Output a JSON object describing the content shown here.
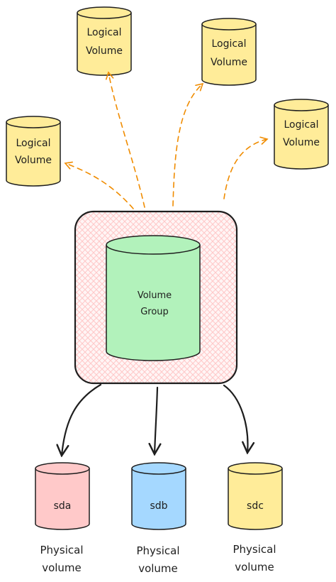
{
  "logical_volumes": [
    {
      "line1": "Logical",
      "line2": "Volume"
    },
    {
      "line1": "Logical",
      "line2": "Volume"
    },
    {
      "line1": "Logical",
      "line2": "Volume"
    },
    {
      "line1": "Logical",
      "line2": "Volume"
    }
  ],
  "volume_group": {
    "line1": "Volume",
    "line2": "Group"
  },
  "physical_volumes": [
    {
      "device": "sda",
      "caption_line1": "Physical",
      "caption_line2": "volume",
      "color": "#ffc9c9"
    },
    {
      "device": "sdb",
      "caption_line1": "Physical",
      "caption_line2": "volume",
      "color": "#a5d8ff"
    },
    {
      "device": "sdc",
      "caption_line1": "Physical",
      "caption_line2": "volume",
      "color": "#ffec99"
    }
  ],
  "colors": {
    "logical_volume": "#ffec99",
    "volume_group": "#b2f2bb",
    "container_hatch": "#ffc9c9",
    "dashed_arrow": "#f08c00",
    "stroke": "#1e1e1e"
  }
}
